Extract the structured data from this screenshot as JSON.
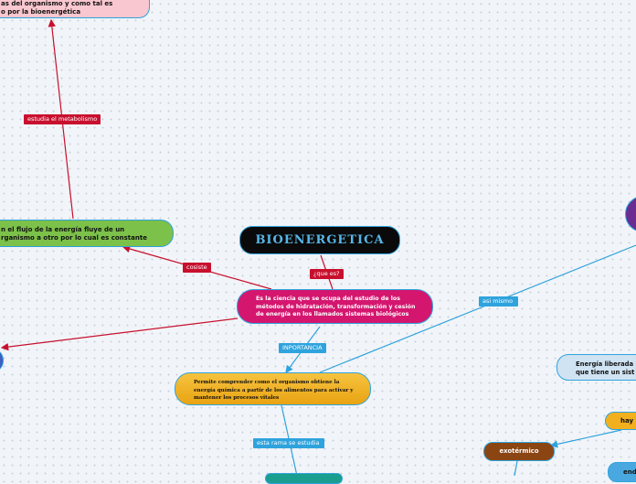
{
  "nodes": {
    "top_pink": [
      "as del organismo y como tal es",
      "o por la bioenergética"
    ],
    "title": "BIOENERGETICA",
    "green": [
      "n el flujo de la energía fluye de un",
      "rganismo a otro por lo cual es constante"
    ],
    "central": [
      "Es la ciencia que se ocupa del estudio de los",
      "métodos de hidratación, transformación y cesión",
      "de energía en los llamados sistemas biológicos"
    ],
    "orange": [
      "Permite comprender como el organismo obtiene la",
      "energía química  a partir de los alimentos para activar y",
      "mantener los procesos vitales"
    ],
    "energia": [
      "Energía liberada",
      "que tiene un sist"
    ],
    "hay": "hay",
    "exotermico": "exotérmico",
    "end": "end"
  },
  "labels": {
    "metabolismo": "estudia el metabolismo",
    "consiste": "cosiste",
    "que_es": "¿que es?",
    "importancia": "INPORTANCIA",
    "asi_mismo": "asi mismo",
    "esta_rama": "esta rama se estudia"
  },
  "colors": {
    "red": "#c8102e",
    "blue": "#2fa3dd",
    "pink_fill": "#f9c7cf",
    "green_fill": "#7cc14a",
    "title_fill": "#0a0a0a",
    "title_text": "#56b7e8",
    "central_fill": "#d4166f",
    "orange_fill": "#f2b01e",
    "purple_fill": "#6a2c91",
    "light_blue_fill": "#cfe3f3",
    "brown_fill": "#8b4513"
  }
}
